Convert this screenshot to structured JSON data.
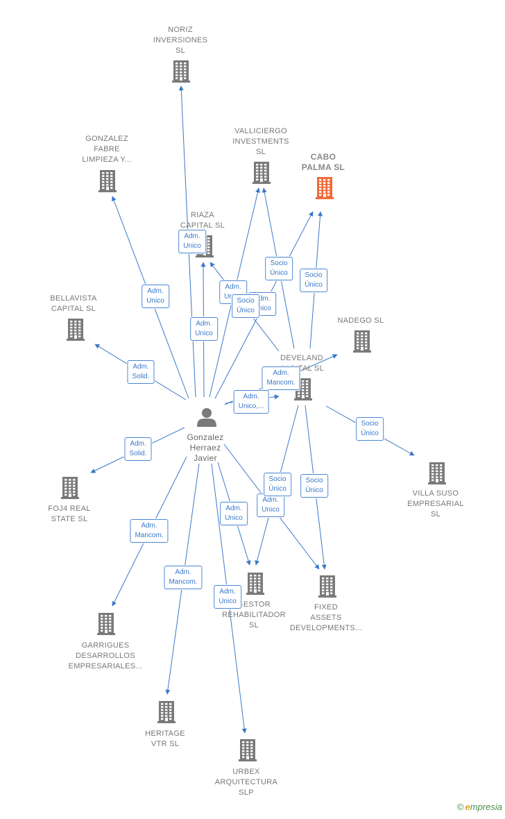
{
  "colors": {
    "building": "#7a7a7a",
    "highlight": "#f06a3a",
    "edge": "#3a78c8",
    "person": "#7a7a7a"
  },
  "person": {
    "name": [
      "Gonzalez",
      "Herraez",
      "Javier"
    ]
  },
  "companies": [
    {
      "id": "noriz",
      "label": [
        "NORIZ",
        "INVERSIONES",
        "SL"
      ]
    },
    {
      "id": "gonzalez_fabre",
      "label": [
        "GONZALEZ",
        "FABRE",
        "LIMPIEZA Y..."
      ]
    },
    {
      "id": "valliciergo",
      "label": [
        "VALLICIERGO",
        "INVESTMENTS",
        "SL"
      ]
    },
    {
      "id": "cabo_palma",
      "label": [
        "CABO",
        "PALMA  SL"
      ],
      "highlight": true
    },
    {
      "id": "riaza",
      "label": [
        "RIAZA",
        "CAPITAL  SL"
      ]
    },
    {
      "id": "bellavista",
      "label": [
        "BELLAVISTA",
        "CAPITAL  SL"
      ]
    },
    {
      "id": "nadego",
      "label": [
        "NADEGO  SL"
      ]
    },
    {
      "id": "develand",
      "label": [
        "DEVELAND",
        "CAPITAL  SL"
      ]
    },
    {
      "id": "villa_suso",
      "label": [
        "VILLA SUSO",
        "EMPRESARIAL",
        "SL"
      ]
    },
    {
      "id": "foj4",
      "label": [
        "FOJ4 REAL",
        "STATE  SL"
      ]
    },
    {
      "id": "gestor",
      "label": [
        "GESTOR",
        "REHABILITADOR",
        "SL"
      ]
    },
    {
      "id": "fixed_assets",
      "label": [
        "FIXED",
        "ASSETS",
        "DEVELOPMENTS..."
      ]
    },
    {
      "id": "garrigues",
      "label": [
        "GARRIGUES",
        "DESARROLLOS",
        "EMPRESARIALES..."
      ]
    },
    {
      "id": "heritage",
      "label": [
        "HERITAGE",
        "VTR  SL"
      ]
    },
    {
      "id": "urbex",
      "label": [
        "URBEX",
        "ARQUITECTURA",
        "SLP"
      ]
    }
  ],
  "edges": [
    {
      "from": "person",
      "to": "noriz",
      "label": [
        "Adm.",
        "Unico"
      ]
    },
    {
      "from": "person",
      "to": "gonzalez_fabre",
      "label": [
        "Adm.",
        "Unico"
      ]
    },
    {
      "from": "person",
      "to": "riaza",
      "label": [
        "Adm.",
        "Unico"
      ]
    },
    {
      "from": "person",
      "to": "valliciergo",
      "label": [
        "Adm.",
        "Unico"
      ]
    },
    {
      "from": "person",
      "to": "cabo_palma",
      "label": [
        "Adm.",
        "Unico"
      ]
    },
    {
      "from": "person",
      "to": "bellavista",
      "label": [
        "Adm.",
        "Solid."
      ]
    },
    {
      "from": "person",
      "to": "nadego",
      "label": [
        "Adm.",
        "Mancom."
      ]
    },
    {
      "from": "person",
      "to": "develand",
      "label": [
        "Adm.",
        "Unico,..."
      ]
    },
    {
      "from": "person",
      "to": "foj4",
      "label": [
        "Adm.",
        "Solid."
      ]
    },
    {
      "from": "person",
      "to": "garrigues",
      "label": [
        "Adm.",
        "Mancom."
      ]
    },
    {
      "from": "person",
      "to": "heritage",
      "label": [
        "Adm.",
        "Mancom."
      ]
    },
    {
      "from": "person",
      "to": "urbex",
      "label": [
        "Adm.",
        "Unico"
      ]
    },
    {
      "from": "person",
      "to": "gestor",
      "label": [
        "Adm.",
        "Unico"
      ]
    },
    {
      "from": "person",
      "to": "fixed_assets",
      "label": [
        "Adm.",
        "Unico"
      ]
    },
    {
      "from": "develand",
      "to": "riaza",
      "label": [
        "Socio",
        "Único"
      ]
    },
    {
      "from": "develand",
      "to": "valliciergo",
      "label": [
        "Socio",
        "Único"
      ]
    },
    {
      "from": "develand",
      "to": "cabo_palma",
      "label": [
        "Socio",
        "Único"
      ]
    },
    {
      "from": "develand",
      "to": "villa_suso",
      "label": [
        "Socio",
        "Único"
      ]
    },
    {
      "from": "develand",
      "to": "gestor",
      "label": [
        "Socio",
        "Único"
      ]
    },
    {
      "from": "develand",
      "to": "fixed_assets",
      "label": [
        "Socio",
        "Único"
      ]
    }
  ],
  "footer": {
    "symbol": "©",
    "brand_initial": "e",
    "brand_rest": "mpresia"
  }
}
